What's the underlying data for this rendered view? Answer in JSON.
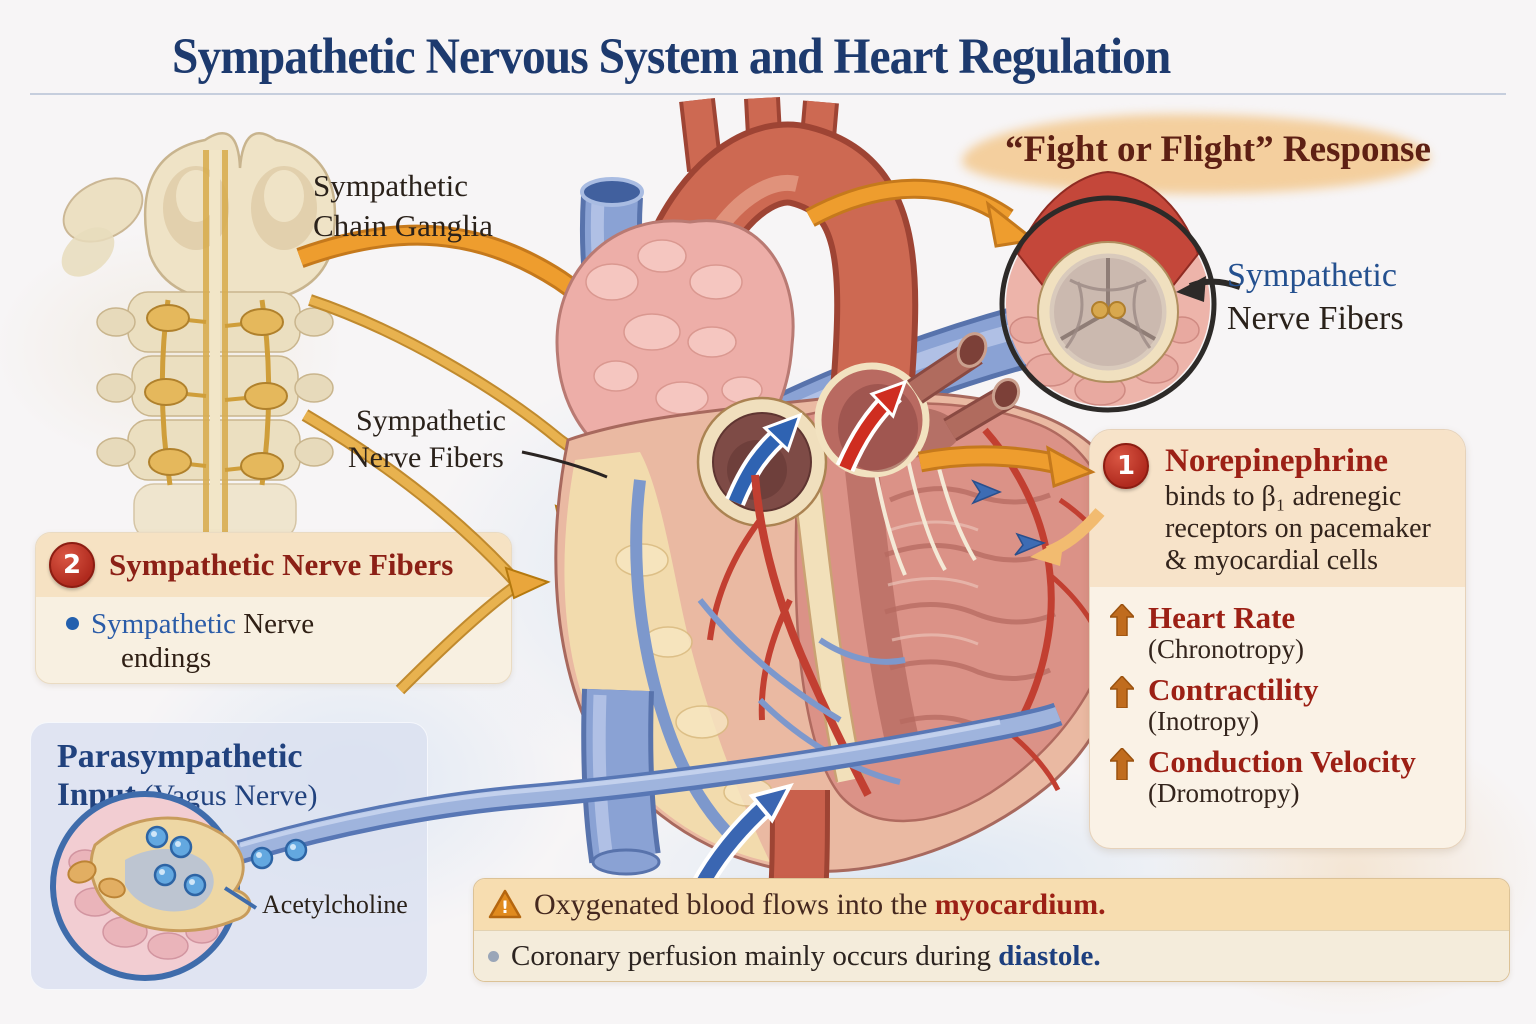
{
  "title": "Sympathetic Nervous System and Heart Regulation",
  "left": {
    "chain_ganglia_label": {
      "line1": "Sympathetic",
      "line2": "Chain Ganglia"
    },
    "nerve_fibers_label": {
      "line1": "Sympathetic",
      "line2": "Nerve Fibers"
    }
  },
  "inset": {
    "heading": "“Fight or Flight” Response",
    "label": {
      "line1": "Sympathetic",
      "line2": "Nerve Fibers"
    }
  },
  "box1": {
    "number": "1",
    "title": "Norepinephrine",
    "desc_line1": "binds to β₁ adrenegic",
    "desc_line2": "receptors on pacemaker",
    "desc_line3": "& myocardial cells",
    "effects": [
      {
        "name": "Heart Rate",
        "mechanism": "(Chronotropy)"
      },
      {
        "name": "Contractility",
        "mechanism": "(Inotropy)"
      },
      {
        "name": "Conduction Velocity",
        "mechanism": "(Dromotropy)"
      }
    ]
  },
  "box2": {
    "number": "2",
    "title": "Sympathetic Nerve Fibers",
    "item": {
      "highlight": "Sympathetic",
      "rest": " Nerve",
      "line2": "endings"
    }
  },
  "parasympathetic": {
    "title_line1": "Parasympathetic",
    "title_bold2": "Input",
    "title_normal2": " (Vagus Nerve)",
    "acetylcholine_label": "Acetylcholine"
  },
  "banner": {
    "line1": {
      "pre": "Oxygenated blood flows into the ",
      "highlight": "myocardium."
    },
    "line2": {
      "pre": "Coronary perfusion mainly occurs during ",
      "highlight": "diastole."
    }
  },
  "colors": {
    "title_navy": "#1d3a6e",
    "heading_maroon": "#5e2014",
    "dark_red": "#9c2015",
    "blue_label": "#2b5ca8",
    "orange_arrow": "#ee9d2e",
    "gold_nerve": "#e8b24f",
    "effect_arrow": "#c06c1e",
    "box_header_bg": "#f7e3c9",
    "box_body_bg": "#faf2e6",
    "banner_top_bg": "#f7ddb0",
    "banner_bottom_bg": "#f4ecdb",
    "parasym_bg": "#dbe0f0",
    "vagus_blue": "#5877b5"
  }
}
